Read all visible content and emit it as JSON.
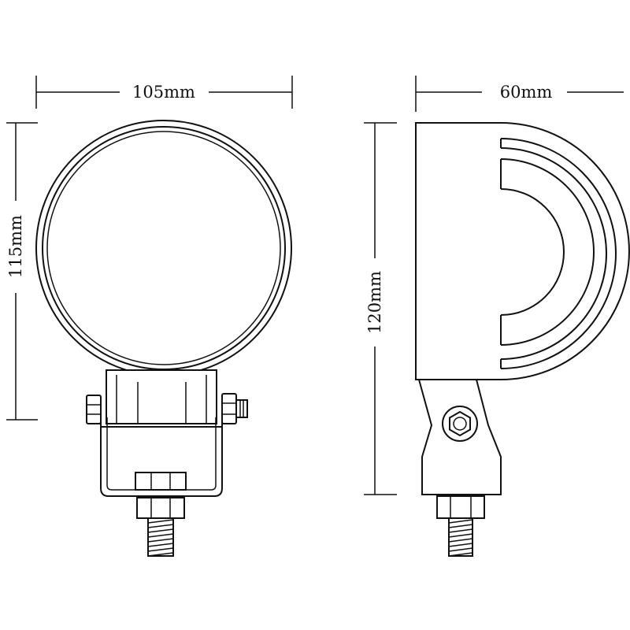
{
  "front_view": {
    "width_label": "105mm",
    "height_label": "115mm"
  },
  "side_view": {
    "width_label": "60mm",
    "height_label": "120mm"
  },
  "colors": {
    "line": "#111111",
    "background": "#ffffff"
  }
}
